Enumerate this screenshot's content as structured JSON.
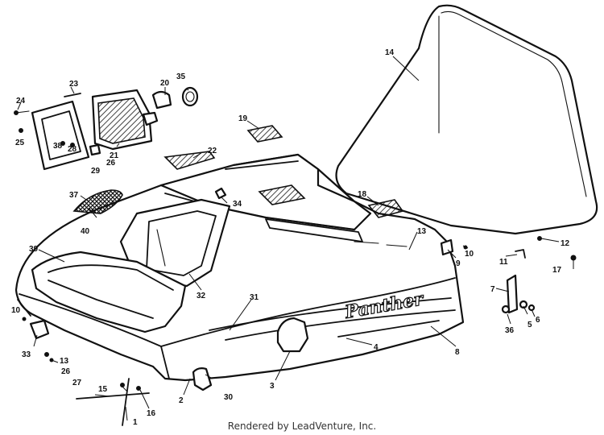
{
  "diagram": {
    "brand_mark": "Panther",
    "footer": "Rendered by LeadVenture, Inc.",
    "callouts": [
      "1",
      "2",
      "3",
      "4",
      "5",
      "6",
      "7",
      "8",
      "9",
      "10",
      "11",
      "12",
      "13",
      "14",
      "15",
      "16",
      "17",
      "18",
      "19",
      "20",
      "21",
      "22",
      "23",
      "24",
      "25",
      "26",
      "27",
      "28",
      "29",
      "30",
      "31",
      "32",
      "33",
      "34",
      "35",
      "36",
      "37",
      "38",
      "39",
      "40"
    ]
  }
}
